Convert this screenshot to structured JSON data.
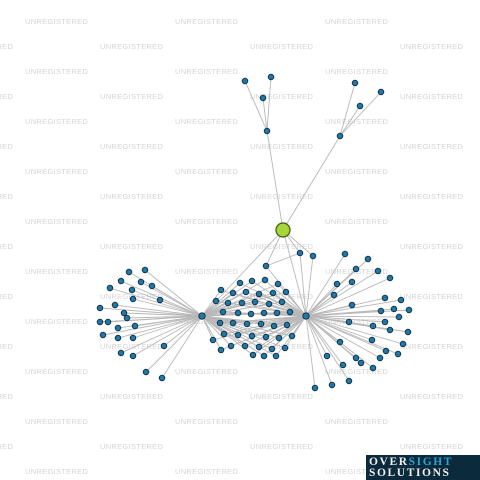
{
  "watermark": {
    "text": "UNREGISTERED",
    "color": "#d4d4d4"
  },
  "logo": {
    "word1": "OVER",
    "word2": "SIGHT",
    "word3": "SOLUTIONS",
    "bg": "#0b2a3c",
    "accent": "#2aa3d8"
  },
  "colors": {
    "edge": "#b8b8b8",
    "node": "#1f78a8",
    "focus": "#a6d63a"
  }
}
